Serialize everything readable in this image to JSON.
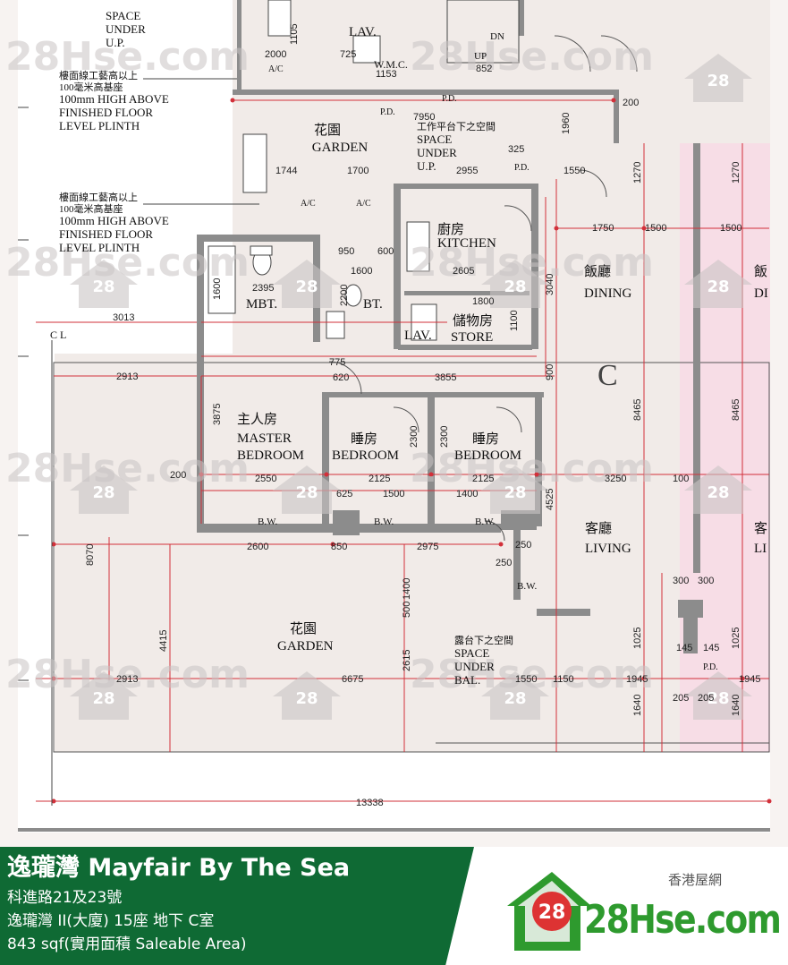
{
  "watermark": {
    "text": "28Hse.com",
    "badge": "28"
  },
  "rooms": {
    "garden_top": {
      "zh": "花園",
      "en": "GARDEN"
    },
    "kitchen": {
      "zh": "廚房",
      "en": "KITCHEN"
    },
    "dining": {
      "zh": "飯廳",
      "en": "DINING"
    },
    "store": {
      "zh": "儲物房",
      "en": "STORE"
    },
    "mbt": "MBT.",
    "bt": "BT.",
    "lav": "LAV.",
    "lav_top": "LAV.",
    "wmc": "W.M.C.",
    "master": {
      "zh": "主人房",
      "en1": "MASTER",
      "en2": "BEDROOM"
    },
    "bedroom1": {
      "zh": "睡房",
      "en": "BEDROOM"
    },
    "bedroom2": {
      "zh": "睡房",
      "en": "BEDROOM"
    },
    "living": {
      "zh": "客廳",
      "en": "LIVING"
    },
    "garden_bottom": {
      "zh": "花園",
      "en": "GARDEN"
    },
    "unit": "C",
    "dining_cut": {
      "zh": "飯",
      "en": "DI"
    },
    "living_cut": {
      "zh": "客",
      "en": "LI"
    }
  },
  "notes": {
    "space_under_top": [
      "SPACE",
      "UNDER",
      "U.P."
    ],
    "plinth1": [
      "樓面線工藝高以上",
      "100毫米高基座",
      "100mm HIGH ABOVE",
      "FINISHED FLOOR",
      "LEVEL PLINTH"
    ],
    "plinth2": [
      "樓面線工藝高以上",
      "100毫米高基座",
      "100mm HIGH ABOVE",
      "FINISHED FLOOR",
      "LEVEL PLINTH"
    ],
    "workplatform": [
      "工作平台下之空間",
      "SPACE",
      "UNDER",
      "U.P."
    ],
    "balcony_space": [
      "露台下之空間",
      "SPACE",
      "UNDER",
      "BAL."
    ],
    "dn": "DN",
    "up": "UP",
    "ac": "A/C",
    "pd": "P.D.",
    "bw": "B.W.",
    "cl": "C\nL"
  },
  "dims": {
    "d7950": "7950",
    "d1960": "1960",
    "d200a": "200",
    "d325": "325",
    "d1744": "1744",
    "d1700": "1700",
    "d2955": "2955",
    "d1550a": "1550",
    "d1270a": "1270",
    "d1750": "1750",
    "d1500a": "1500",
    "d1500b": "1500",
    "d1270b": "1270",
    "d950": "950",
    "d600": "600",
    "d1600a": "1600",
    "d2605": "2605",
    "d1800": "1800",
    "d2395": "2395",
    "d1600b": "1600",
    "d3013": "3013",
    "d3040": "3040",
    "d2200": "2200",
    "d1100": "1100",
    "d775": "775",
    "d620": "620",
    "d3855": "3855",
    "d900": "900",
    "d2913a": "2913",
    "d8465a": "8465",
    "d8465b": "8465",
    "d3875": "3875",
    "d2300a": "2300",
    "d2300b": "2300",
    "d200b": "200",
    "d2550": "2550",
    "d2125a": "2125",
    "d2125b": "2125",
    "d3250": "3250",
    "d100a": "100",
    "d625": "625",
    "d1500c": "1500",
    "d1400a": "1400",
    "d4525": "4525",
    "d2600": "2600",
    "d850": "850",
    "d2975": "2975",
    "d8070": "8070",
    "d1400b": "1400",
    "d500": "500",
    "d4415": "4415",
    "d2615": "2615",
    "d2913b": "2913",
    "d6675": "6675",
    "d1550b": "1550",
    "d1150": "1150",
    "d1945a": "1945",
    "d1945b": "1945",
    "d1025a": "1025",
    "d1025b": "1025",
    "d1640a": "1640",
    "d1640b": "1640",
    "d145a": "145",
    "d145b": "145",
    "d205a": "205",
    "d205b": "205",
    "d300a": "300",
    "d300b": "300",
    "d250a": "250",
    "d250b": "250",
    "d13338": "13338",
    "d852": "852",
    "d725": "725",
    "d2000": "2000",
    "d1105": "1105",
    "d1153": "1153"
  },
  "footer": {
    "title": "逸瓏灣 Mayfair By The Sea",
    "address": "科進路21及23號",
    "unit": "逸瓏灣 II(大廈) 15座 地下 C室",
    "area": "843 sqf(實用面積 Saleable Area)",
    "brand_tag": "香港屋網",
    "brand_name": "28Hse.com",
    "brand_badge": "28"
  },
  "colors": {
    "footer_green": "#0f6a34",
    "brand_green": "#2e9a2e",
    "wall": "#8a8a8a",
    "dim_red": "#d2303a",
    "pink": "#f7dde6"
  }
}
